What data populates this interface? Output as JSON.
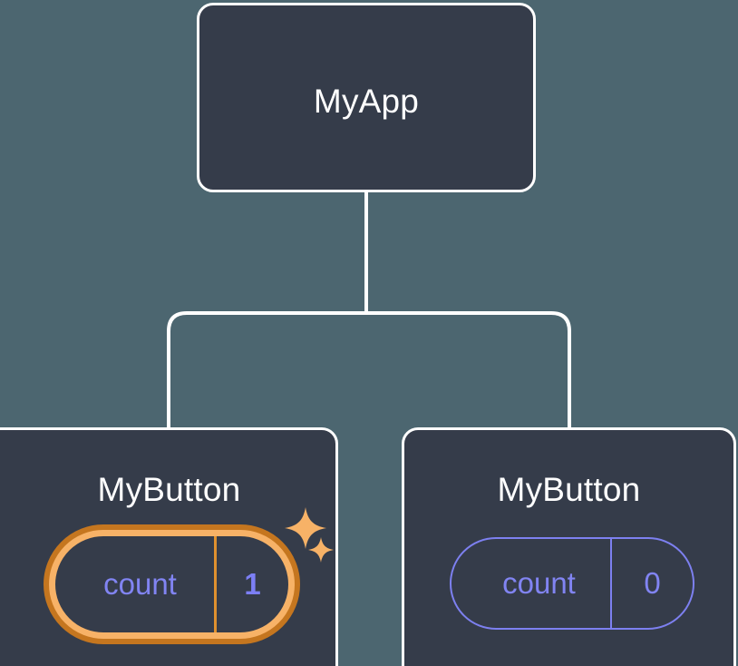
{
  "diagram": {
    "title": "React component tree with state highlight",
    "background_color": "#4c6670",
    "node_fill_color": "#353c4a",
    "node_border_color": "#ffffff",
    "connector_color": "#ffffff",
    "accent_orange": "#f7b267",
    "accent_orange_dark": "#c5761f",
    "accent_periwinkle": "#8184f2"
  },
  "root": {
    "label": "MyApp"
  },
  "children": [
    {
      "label": "MyButton",
      "state": {
        "key": "count",
        "value": "1",
        "highlighted": true,
        "sparkles": [
          "sparkle-large",
          "sparkle-small"
        ]
      }
    },
    {
      "label": "MyButton",
      "state": {
        "key": "count",
        "value": "0",
        "highlighted": false,
        "sparkles": []
      }
    }
  ]
}
